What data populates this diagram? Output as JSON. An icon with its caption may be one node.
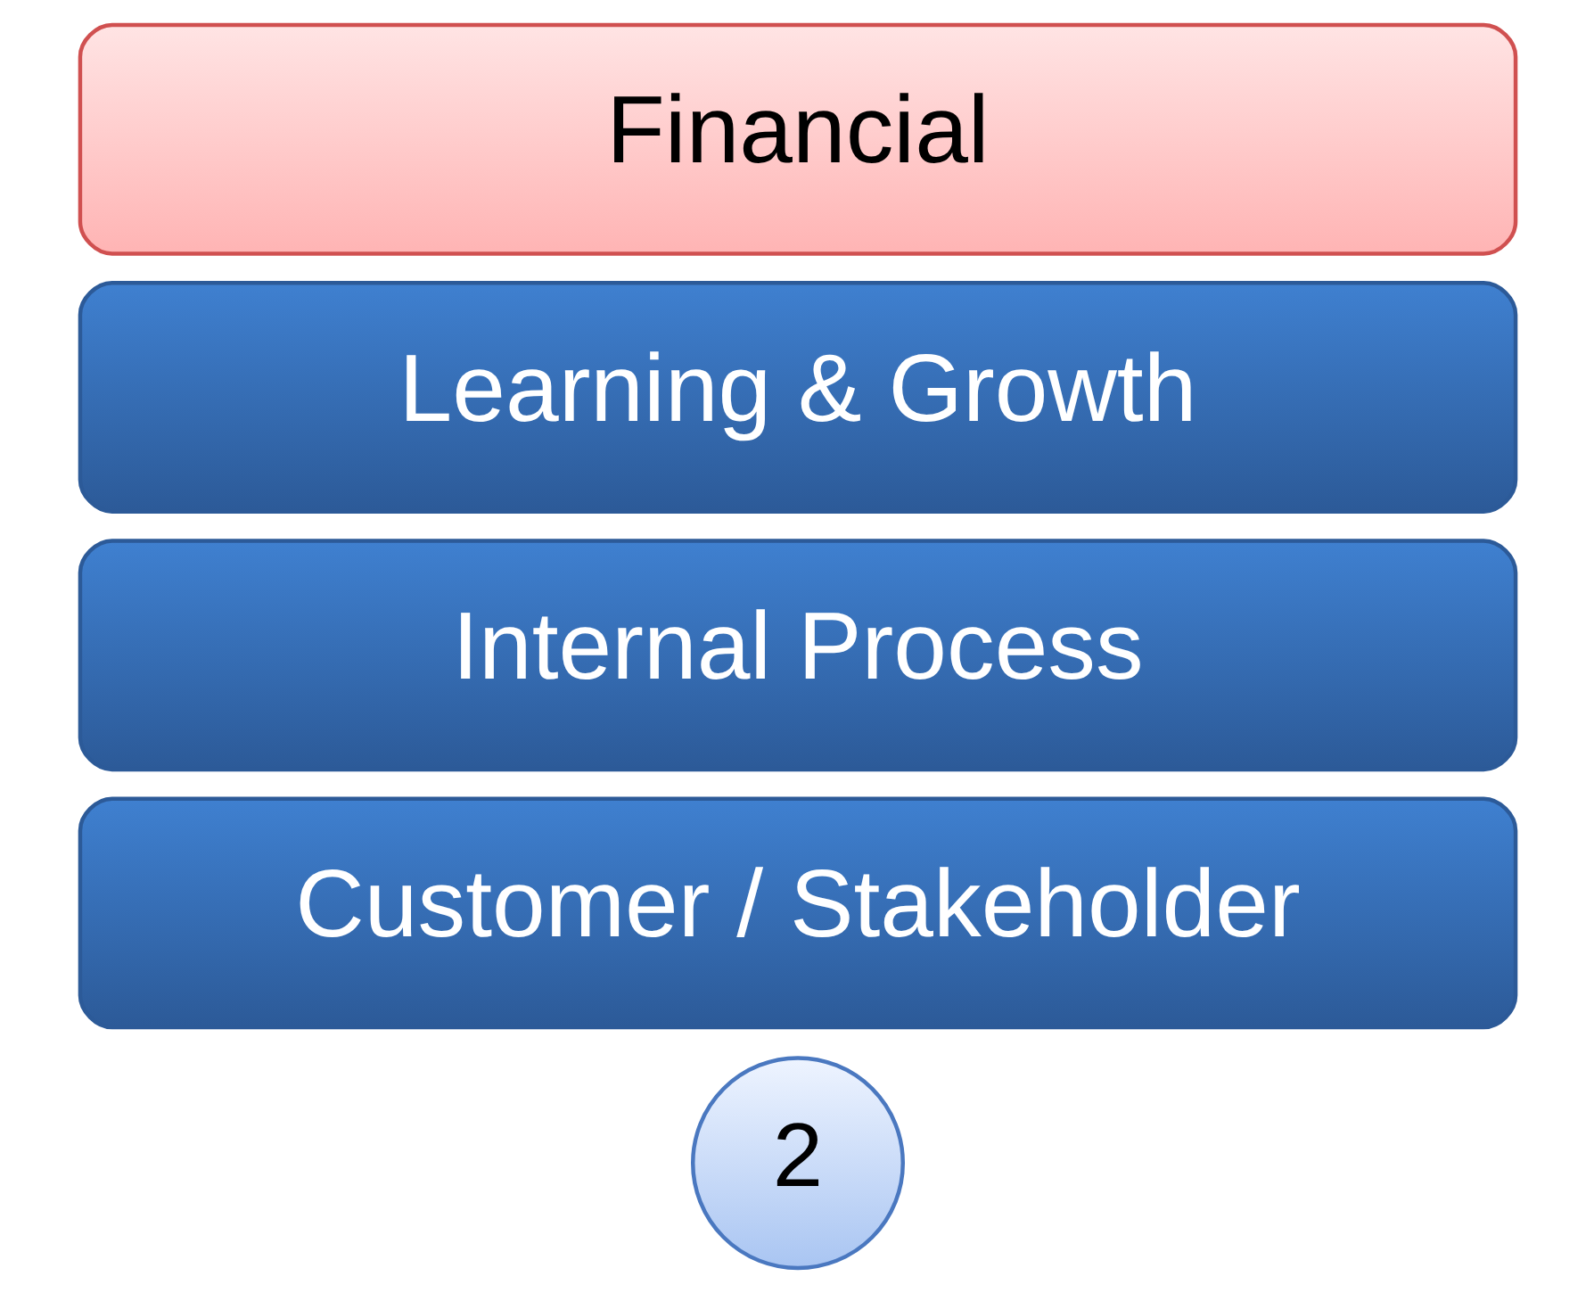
{
  "diagram": {
    "nodes": [
      {
        "text": [
          "2"
        ]
      },
      {
        "text": [
          "Customer / Stakeholder"
        ]
      },
      {
        "text": [
          "Internal Process"
        ]
      },
      {
        "text": [
          "Learning & Growth"
        ]
      },
      {
        "text": [
          "Financial"
        ]
      }
    ]
  }
}
